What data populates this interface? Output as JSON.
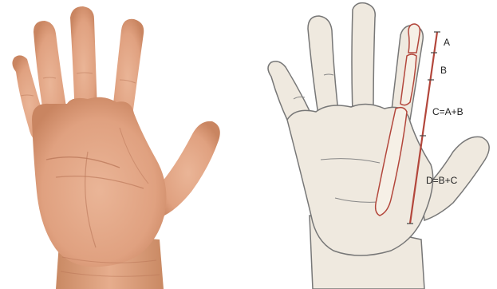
{
  "diagram": {
    "labels": {
      "a": "A",
      "b": "B",
      "c": "C=A+B",
      "d": "D=B+C"
    },
    "colors": {
      "skin_photo": "#e2a684",
      "skin_shadow": "#c9855f",
      "skin_illustration": "#efe9df",
      "outline": "#777777",
      "bone_outline": "#b3473c",
      "measure_line": "#b3473c"
    }
  }
}
